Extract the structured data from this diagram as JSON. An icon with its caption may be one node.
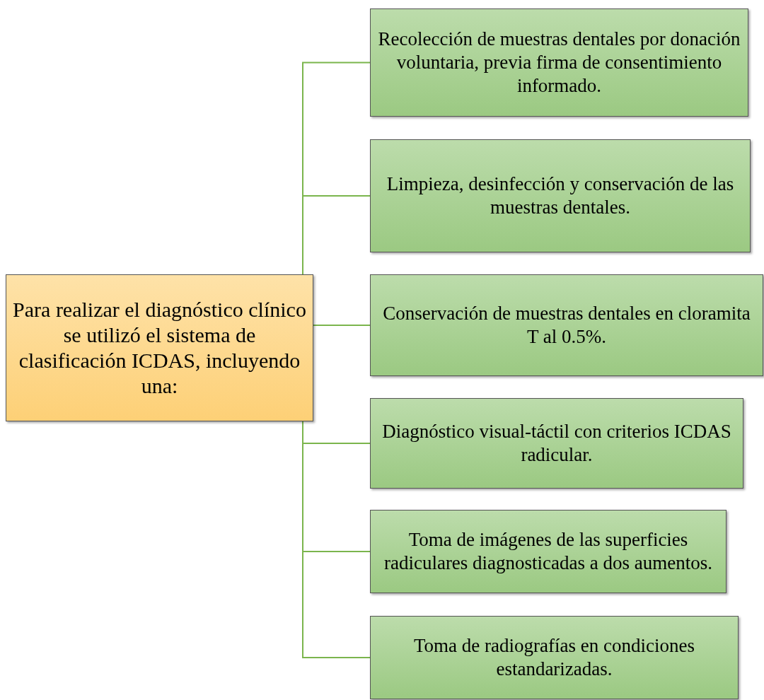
{
  "diagram": {
    "nodes": [
      {
        "text": [
          "Para realizar el diagnóstico clínico se utilizó el sistema de clasificación ICDAS, incluyendo una:"
        ]
      },
      {
        "text": [
          "Recolección de muestras dentales por donación voluntaria, previa firma de consentimiento informado."
        ]
      },
      {
        "text": [
          "Limpieza, desinfección y conservación de las muestras dentales."
        ]
      },
      {
        "text": [
          "Conservación de muestras dentales en cloramita T al 0.5%."
        ]
      },
      {
        "text": [
          "Diagnóstico visual-táctil con criterios ICDAS radicular."
        ]
      },
      {
        "text": [
          "Toma de imágenes de las superficies radiculares diagnosticadas a dos aumentos."
        ]
      },
      {
        "text": [
          "Toma de radiografías en condiciones estandarizadas."
        ]
      }
    ],
    "edges": [
      {
        "from": 0,
        "to": 1,
        "arrow": "none"
      },
      {
        "from": 0,
        "to": 2,
        "arrow": "none"
      },
      {
        "from": 0,
        "to": 3,
        "arrow": "none"
      },
      {
        "from": 0,
        "to": 4,
        "arrow": "none"
      },
      {
        "from": 0,
        "to": 5,
        "arrow": "none"
      },
      {
        "from": 0,
        "to": 6,
        "arrow": "none"
      }
    ]
  }
}
